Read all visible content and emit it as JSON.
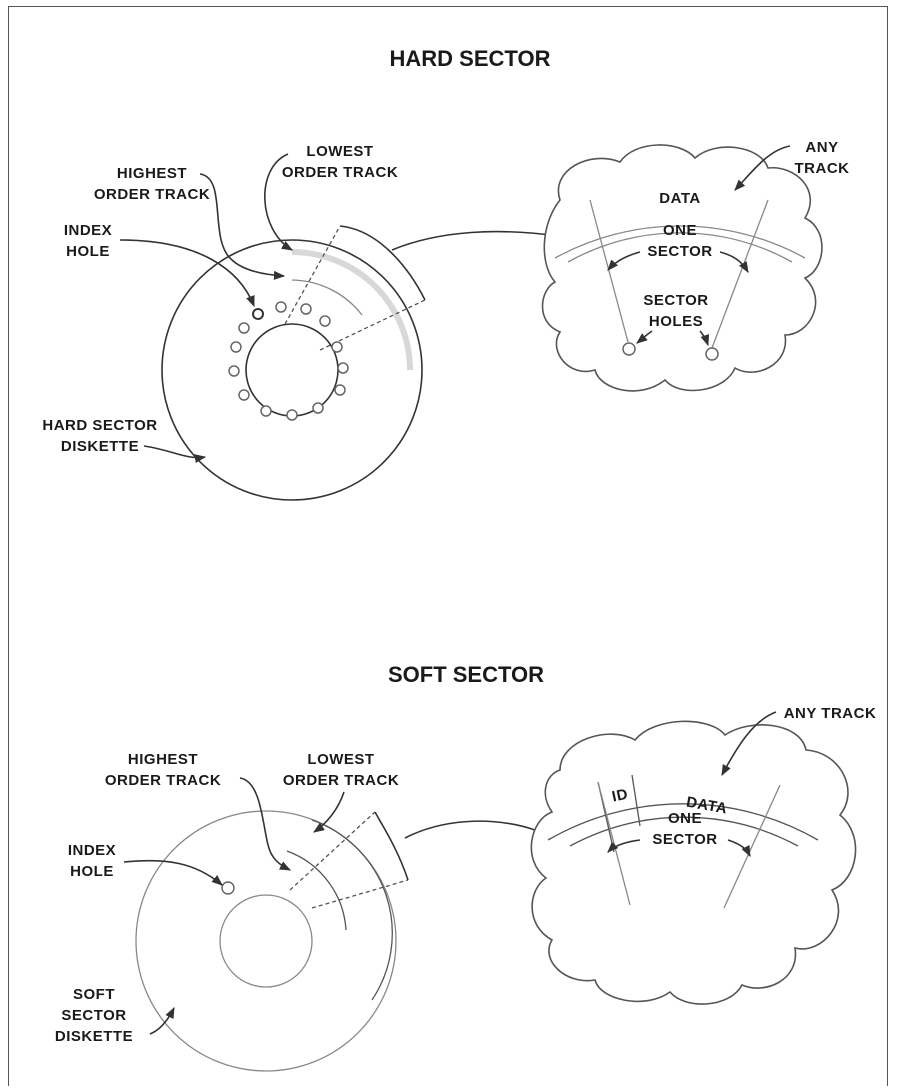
{
  "hard": {
    "title": "HARD SECTOR",
    "highest_1": "HIGHEST",
    "highest_2": "ORDER TRACK",
    "lowest_1": "LOWEST",
    "lowest_2": "ORDER TRACK",
    "index_1": "INDEX",
    "index_2": "HOLE",
    "diskette_1": "HARD SECTOR",
    "diskette_2": "DISKETTE",
    "any_1": "ANY",
    "any_2": "TRACK",
    "data": "DATA",
    "one": "ONE",
    "sector": "SECTOR",
    "holes_1": "SECTOR",
    "holes_2": "HOLES"
  },
  "soft": {
    "title": "SOFT SECTOR",
    "highest_1": "HIGHEST",
    "highest_2": "ORDER TRACK",
    "lowest_1": "LOWEST",
    "lowest_2": "ORDER TRACK",
    "index_1": "INDEX",
    "index_2": "HOLE",
    "diskette_1": "SOFT",
    "diskette_2": "SECTOR",
    "diskette_3": "DISKETTE",
    "any": "ANY TRACK",
    "id": "ID",
    "data": "DATA",
    "one": "ONE",
    "sector": "SECTOR"
  }
}
